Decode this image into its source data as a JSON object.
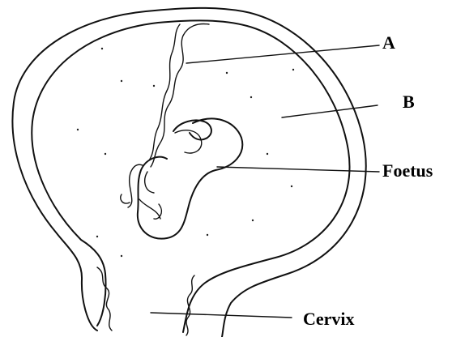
{
  "labels": {
    "a": "A",
    "b": "B",
    "foetus": "Foetus",
    "cervix": "Cervix"
  }
}
